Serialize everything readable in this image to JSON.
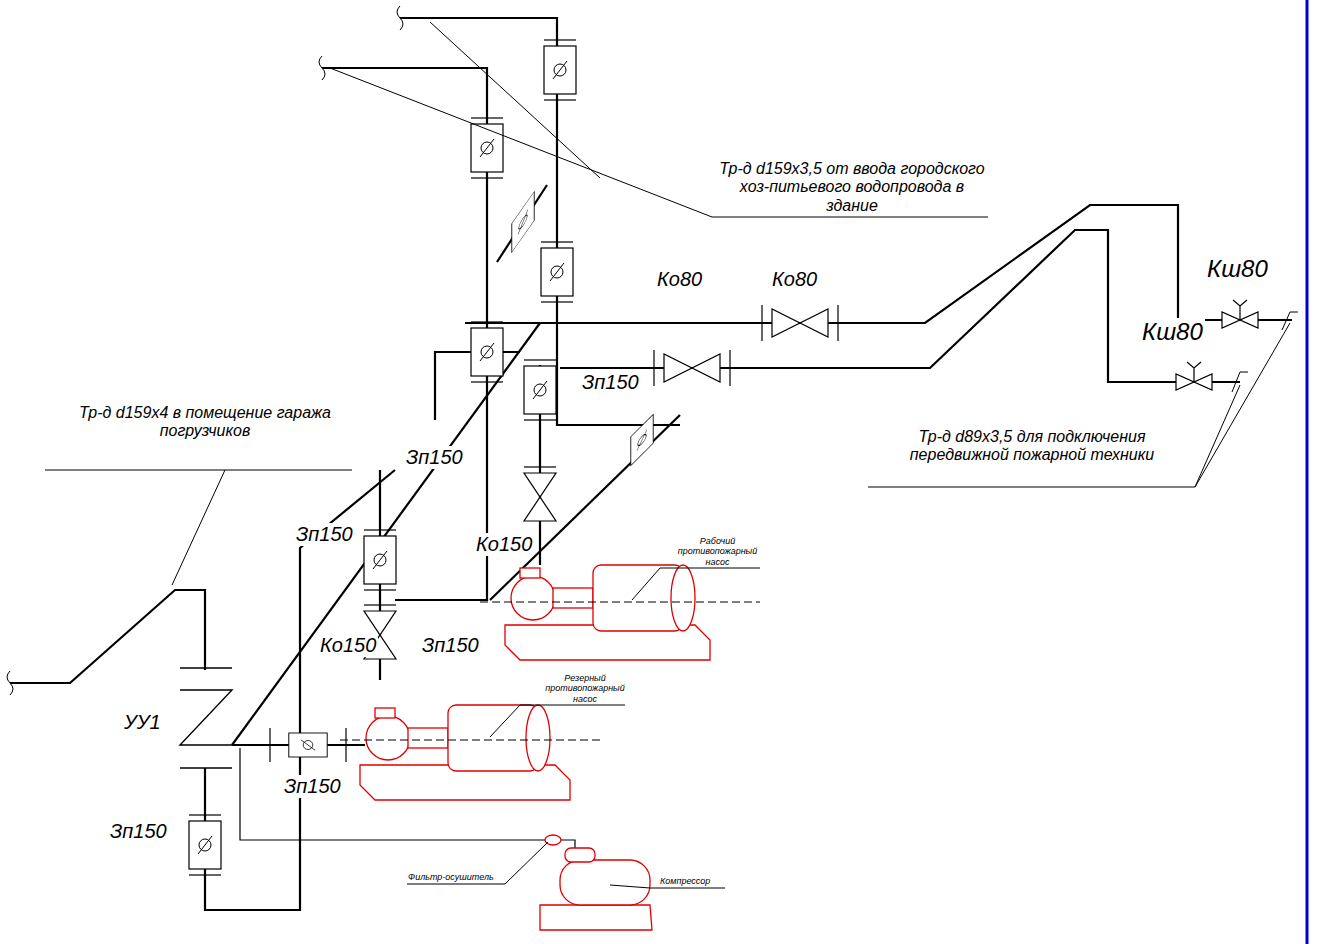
{
  "diagram": {
    "labels": [
      "Тр-д d159x3,5 от ввода городского хоз-питьевого водопровода в здание",
      "Ко80",
      "Ко80",
      "Кш80",
      "Кш80",
      "Зп150",
      "Тр-д d89x3,5 для подключения передвижной пожарной техники",
      "Тр-д d159x4 в помещение гаража погрузчиков",
      "Зп150",
      "Зп150",
      "Ко150",
      "Рабочий противопожарный насос",
      "Ко150",
      "Зп150",
      "Резерный противопожарный насос",
      "УУ1",
      "Зп150",
      "Зп150",
      "Фильтр-осушитель",
      "Компрессор"
    ]
  }
}
